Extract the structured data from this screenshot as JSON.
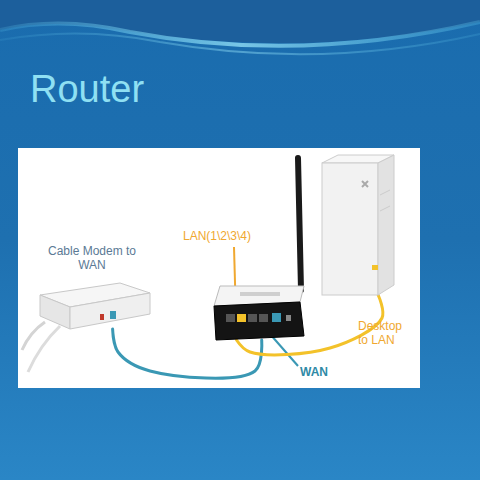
{
  "diagram": {
    "title": "Router",
    "nodes": [
      {
        "text": [
          "Cable Modem to WAN"
        ]
      },
      {
        "text": [
          "LAN(1\\2\\3\\4)",
          "WAN"
        ]
      },
      {
        "text": [
          "Desktop to LAN"
        ]
      }
    ],
    "edges": [
      {
        "from": 0,
        "to": 1,
        "arrow": "none"
      },
      {
        "from": 2,
        "to": 1,
        "arrow": "none"
      }
    ]
  }
}
